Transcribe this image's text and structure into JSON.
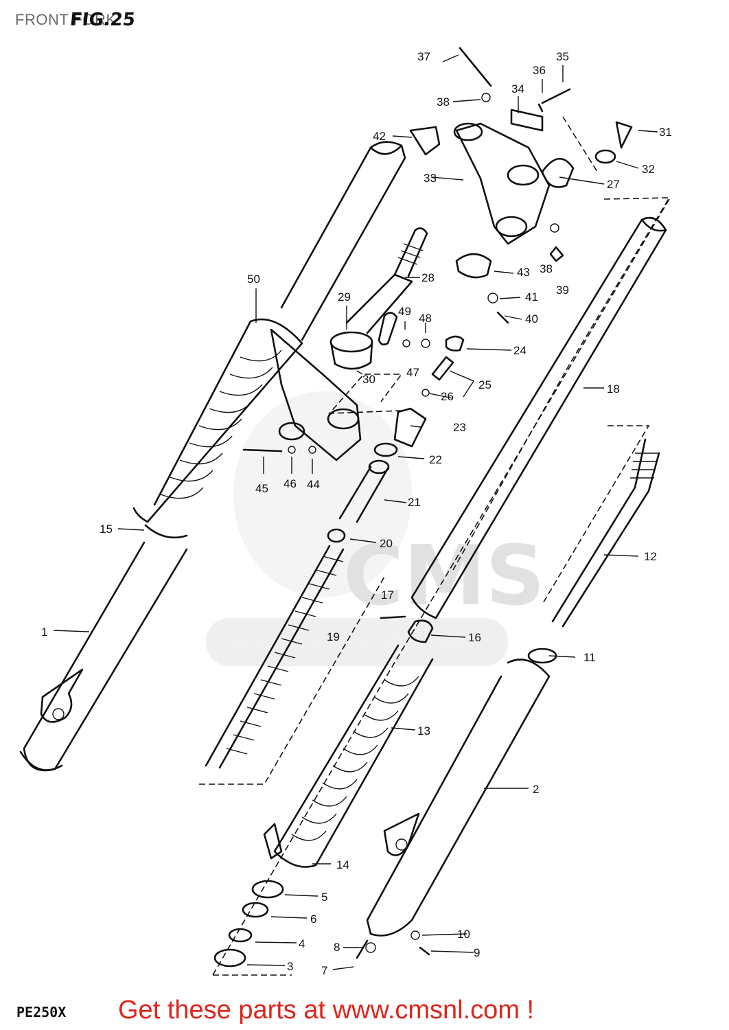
{
  "page_title": "FRONT FORK",
  "figure_label": "FIG.25",
  "model_code": "PE250X",
  "promo_text": "Get these parts at www.cmsnl.com !",
  "watermark": {
    "logo_text": "CMS",
    "url_text": "www.cmsnl.com"
  },
  "colors": {
    "line_art": "#111111",
    "promo": "#e0241b",
    "watermark": "#d6d6d6",
    "title": "#6b6b6b"
  },
  "callouts": [
    "1",
    "2",
    "3",
    "4",
    "5",
    "6",
    "7",
    "8",
    "9",
    "10",
    "11",
    "12",
    "13",
    "14",
    "15",
    "16",
    "17",
    "18",
    "19",
    "20",
    "21",
    "22",
    "23",
    "24",
    "25",
    "26",
    "27",
    "28",
    "29",
    "30",
    "31",
    "32",
    "33",
    "34",
    "35",
    "36",
    "37",
    "38",
    "38",
    "39",
    "40",
    "41",
    "42",
    "43",
    "44",
    "45",
    "46",
    "47",
    "48",
    "49",
    "50"
  ]
}
